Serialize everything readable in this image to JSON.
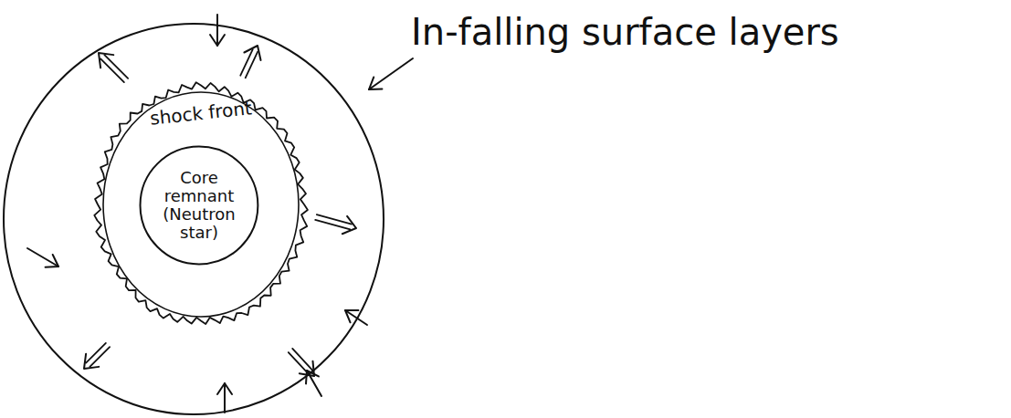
{
  "diagram": {
    "nodes": [
      {
        "text": [
          "shock front"
        ]
      },
      {
        "text": [
          "Core remnant (Neutron star)"
        ],
        "in": 0
      }
    ],
    "labels": [
      "In-falling surface layers"
    ]
  }
}
